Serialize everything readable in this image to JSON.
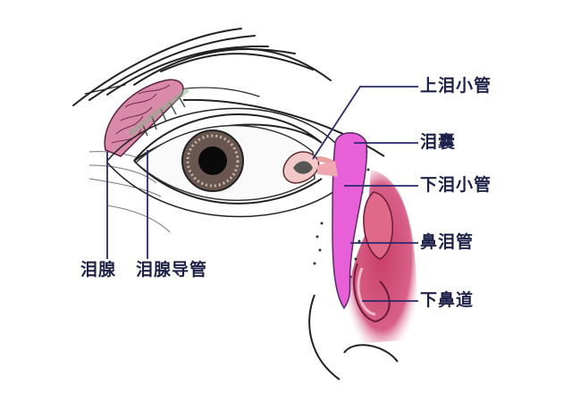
{
  "diagram": {
    "subject": "lacrimal apparatus anatomy",
    "colors": {
      "gland": "#d98aa8",
      "sac_duct": "#e860d8",
      "nasal_mucosa": "#c8406a",
      "leader_line": "#2a2a6a",
      "label_text": "#1e2248",
      "outline": "#222222"
    },
    "labels": {
      "upper_canaliculus": "上泪小管",
      "lacrimal_sac": "泪囊",
      "lower_canaliculus": "下泪小管",
      "nasolacrimal_duct": "鼻泪管",
      "inferior_meatus": "下鼻道",
      "lacrimal_gland": "泪腺",
      "lacrimal_gland_ducts": "泪腺导管"
    }
  }
}
